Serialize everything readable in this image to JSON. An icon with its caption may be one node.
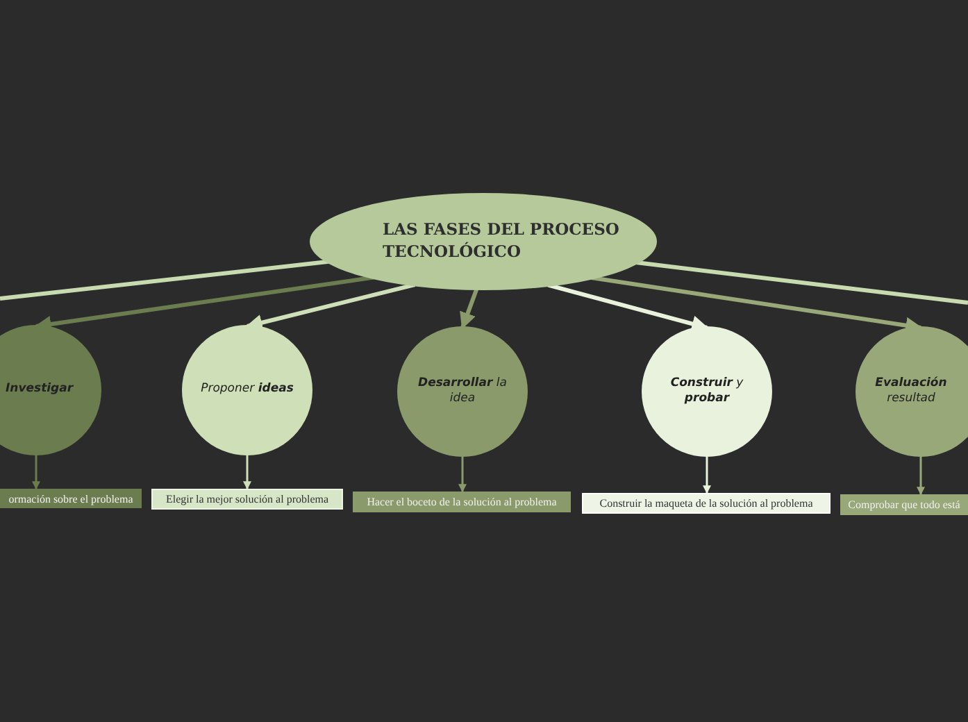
{
  "diagram": {
    "nodes": [
      {
        "text": [
          "LAS FASES DEL PROCESO TECNOLÓGICO"
        ]
      },
      {
        "text": [
          "Investigar"
        ]
      },
      {
        "text": [
          "Proponer **ideas**"
        ]
      },
      {
        "text": [
          "**Desarrollar** la idea"
        ]
      },
      {
        "text": [
          "**Construir** y **probar**"
        ]
      },
      {
        "text": [
          "**Evaluación** resultad"
        ]
      },
      {
        "text": [
          "ormación sobre el problema"
        ]
      },
      {
        "text": [
          "Elegir la mejor solución al problema"
        ]
      },
      {
        "text": [
          "Hacer el boceto de la solución al problema"
        ]
      },
      {
        "text": [
          "Construir la maqueta de la solución al problema"
        ]
      },
      {
        "text": [
          "Comprobar que todo está"
        ]
      }
    ],
    "edges": [
      {
        "from": 0,
        "to": null,
        "arrow": "none",
        "color": "#c8dab0"
      },
      {
        "from": 0,
        "to": 1,
        "arrow": "to",
        "color": "#6b7d4e"
      },
      {
        "from": 0,
        "to": 2,
        "arrow": "to",
        "color": "#cfe0b8"
      },
      {
        "from": 0,
        "to": 3,
        "arrow": "to",
        "color": "#8a9a6a"
      },
      {
        "from": 0,
        "to": 4,
        "arrow": "to",
        "color": "#e8f2dc"
      },
      {
        "from": 0,
        "to": 5,
        "arrow": "to",
        "color": "#98a878"
      },
      {
        "from": 0,
        "to": null,
        "arrow": "none",
        "color": "#c8dab0"
      },
      {
        "from": 1,
        "to": 6,
        "arrow": "to",
        "color": "#6b7d4e"
      },
      {
        "from": 2,
        "to": 7,
        "arrow": "to",
        "color": "#cfe0b8"
      },
      {
        "from": 3,
        "to": 8,
        "arrow": "to",
        "color": "#8a9a6a"
      },
      {
        "from": 4,
        "to": 9,
        "arrow": "to",
        "color": "#e8f2dc"
      },
      {
        "from": 5,
        "to": 10,
        "arrow": "to",
        "color": "#98a878"
      }
    ]
  }
}
